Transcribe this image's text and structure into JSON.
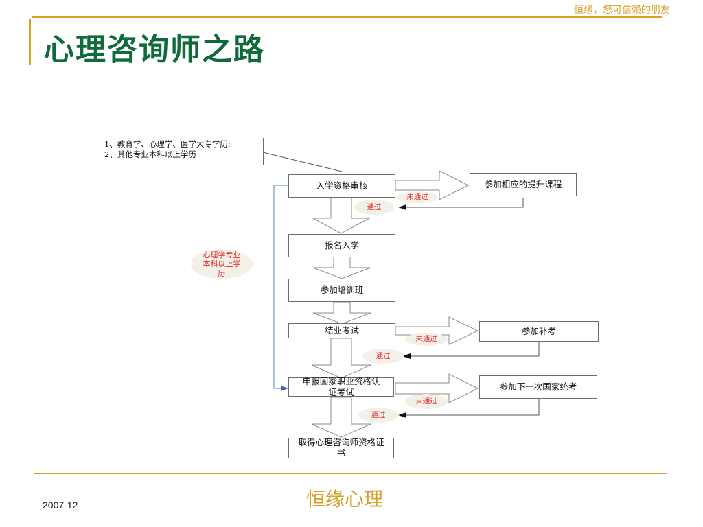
{
  "header": {
    "tagline": "恒缘，您可信赖的朋友",
    "title": "心理咨询师之路"
  },
  "diagram": {
    "requirement_note": {
      "line1": "1、教育学、心理学、医学大专学历;",
      "line2": "2、其他专业本科以上学历"
    },
    "steps": {
      "admission_review": "入学资格审核",
      "enroll": "报名入学",
      "training": "参加培训班",
      "graduation_exam": "结业考试",
      "national_exam": "申报国家职业资格认证考试",
      "certificate": "取得心理咨询师资格证书"
    },
    "side_steps": {
      "upgrade_course": "参加相应的提升课程",
      "makeup_exam": "参加补考",
      "next_national_exam": "参加下一次国家统考"
    },
    "labels": {
      "fail": "未通过",
      "pass": "通过",
      "psych_degree": "心理学专业本科以上学历"
    }
  },
  "footer": {
    "date": "2007-12",
    "brand": "恒缘心理"
  }
}
